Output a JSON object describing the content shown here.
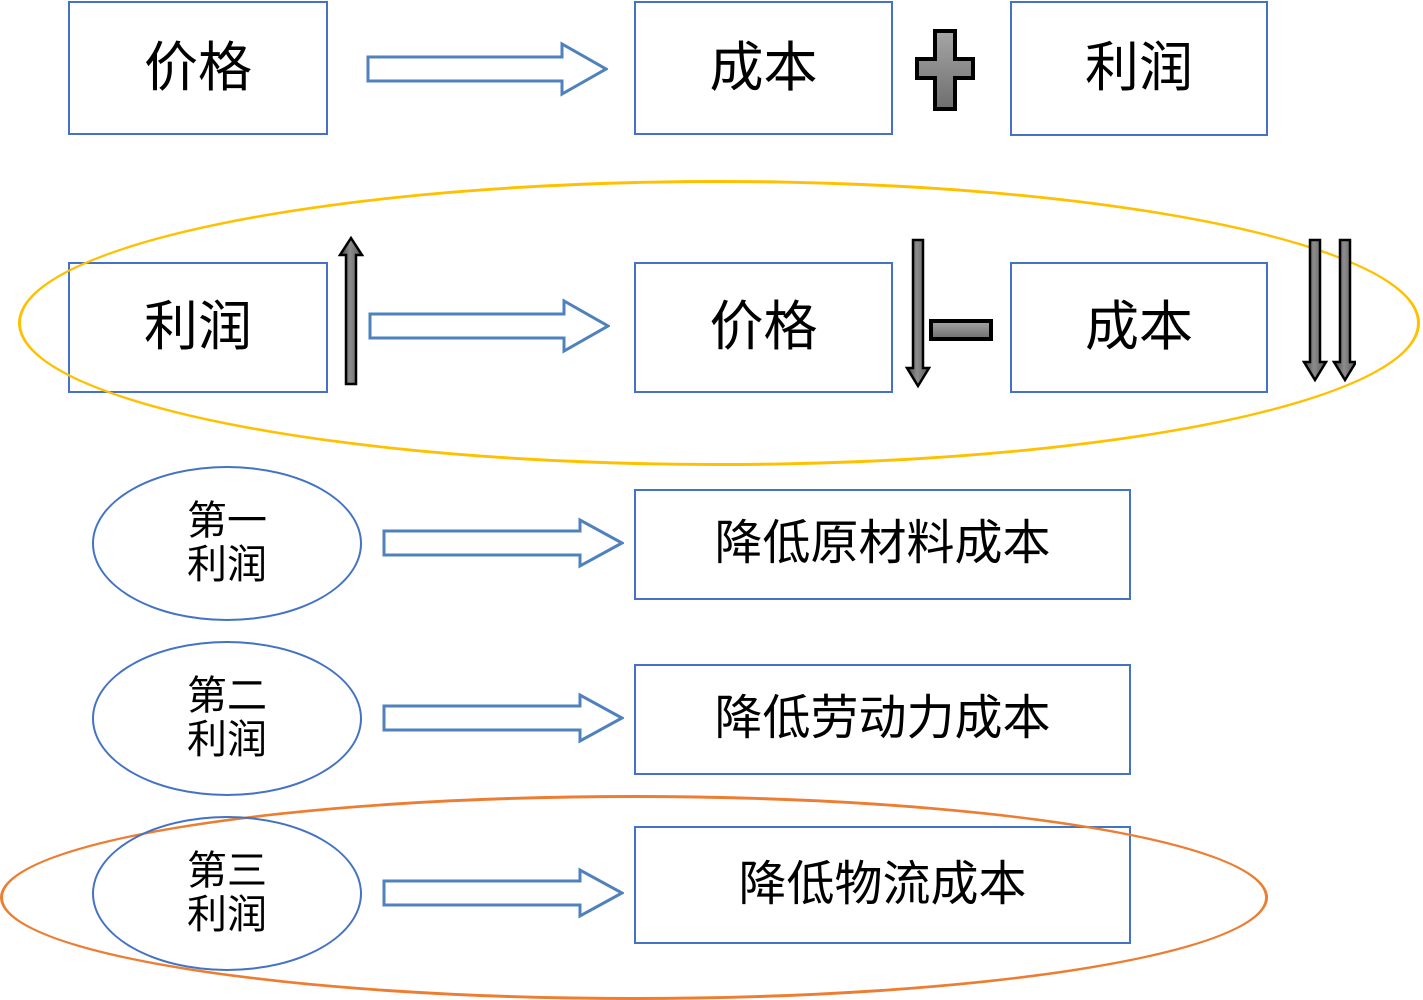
{
  "diagram": {
    "title_row": {
      "price_label": "价格",
      "cost_label": "成本",
      "profit_label": "利润",
      "operator": "+",
      "operator_icon": "plus-sign-gray"
    },
    "formula_row": {
      "profit_label": "利润",
      "price_label": "价格",
      "cost_label": "成本",
      "operator": "−",
      "operator_icon": "minus-sign-gray",
      "profit_trend_icon": "up-arrow-gray",
      "price_trend_icon": "down-arrow-gray",
      "cost_trend_icon": "double-down-arrow-gray",
      "highlight_ellipse_color": "#FFC000"
    },
    "profit_sources": [
      {
        "source_line1": "第一",
        "source_line2": "利润",
        "action_label": "降低原材料成本",
        "highlighted": false
      },
      {
        "source_line1": "第二",
        "source_line2": "利润",
        "action_label": "降低劳动力成本",
        "highlighted": false
      },
      {
        "source_line1": "第三",
        "source_line2": "利润",
        "action_label": "降低物流成本",
        "highlighted": true
      }
    ],
    "highlight_ellipse_bottom_color": "#ED7D31",
    "arrow_icon": "right-block-arrow",
    "colors": {
      "box_border": "#4472C4",
      "arrow_blue": "#4F81BD",
      "gold": "#FFC000",
      "orange": "#ED7D31",
      "gray_dark": "#4D4D4D",
      "gray_light": "#A6A6A6",
      "text": "#000000"
    }
  }
}
